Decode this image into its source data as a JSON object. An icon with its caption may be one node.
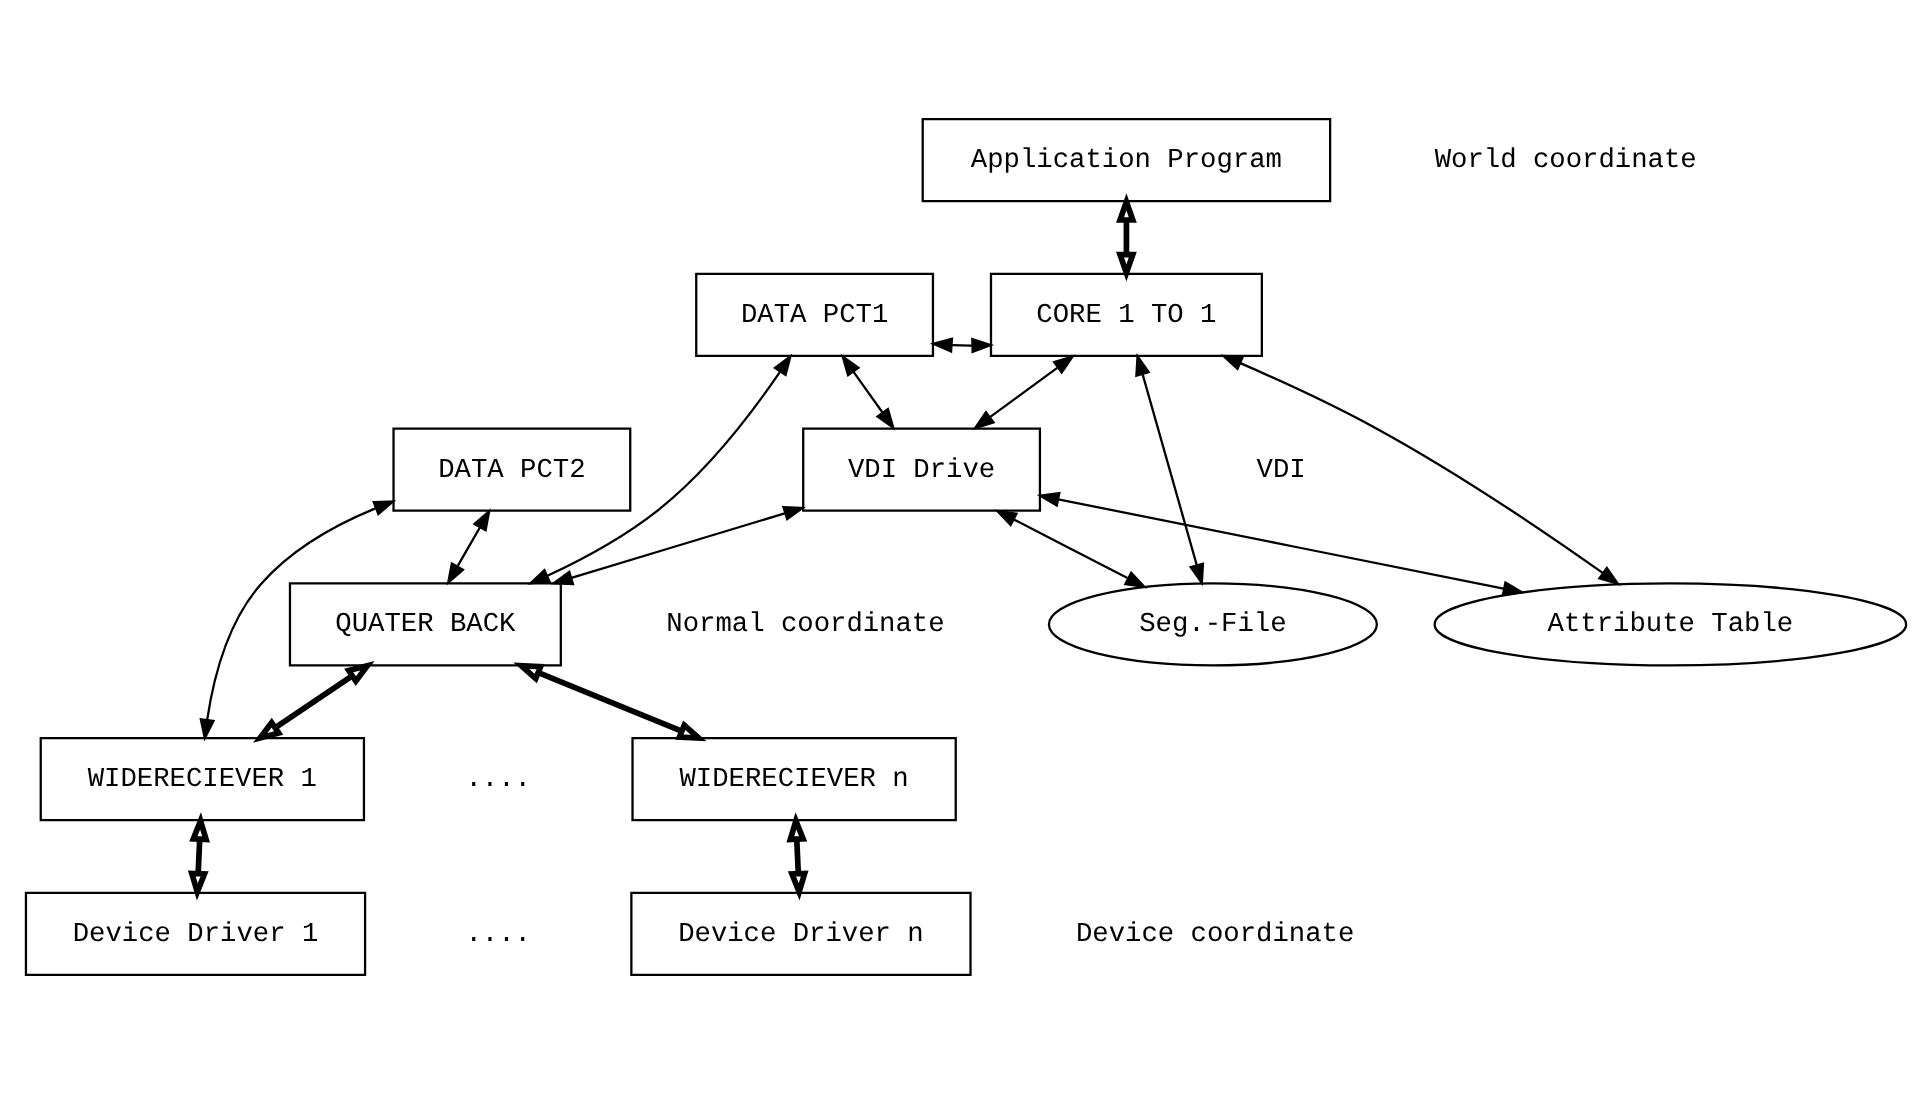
{
  "diagram": {
    "nodes": [
      {
        "text": [
          "Application Program"
        ]
      },
      {
        "text": [
          "CORE 1 TO 1"
        ]
      },
      {
        "text": [
          "DATA PCT1"
        ]
      },
      {
        "text": [
          "Seg.-File"
        ]
      },
      {
        "text": [
          "Attribute Table"
        ]
      },
      {
        "text": [
          "VDI Drive"
        ]
      },
      {
        "text": [
          "DATA PCT2"
        ]
      },
      {
        "text": [
          "QUATER BACK"
        ]
      },
      {
        "text": [
          "WIDERECIEVER 1"
        ]
      },
      {
        "text": [
          "WIDERECIEVER n"
        ]
      },
      {
        "text": [
          "Device Driver 1"
        ]
      },
      {
        "text": [
          "Device Driver n"
        ]
      }
    ],
    "edges": [
      {
        "from": 0,
        "to": 1,
        "arrow": "both",
        "style": "thick"
      },
      {
        "from": 2,
        "to": 1,
        "arrow": "both"
      },
      {
        "from": 1,
        "to": 3,
        "arrow": "both"
      },
      {
        "from": 1,
        "to": 4,
        "arrow": "both"
      },
      {
        "from": 2,
        "to": 5,
        "arrow": "both"
      },
      {
        "from": 1,
        "to": 5,
        "arrow": "both"
      },
      {
        "from": 5,
        "to": 3,
        "arrow": "both"
      },
      {
        "from": 5,
        "to": 4,
        "arrow": "both"
      },
      {
        "from": 2,
        "to": 7,
        "arrow": "both"
      },
      {
        "from": 6,
        "to": 7,
        "arrow": "both"
      },
      {
        "from": 5,
        "to": 7,
        "arrow": "both"
      },
      {
        "from": 6,
        "to": 8,
        "arrow": "both"
      },
      {
        "from": 7,
        "to": 8,
        "arrow": "both",
        "style": "thick"
      },
      {
        "from": 7,
        "to": 9,
        "arrow": "both",
        "style": "thick"
      },
      {
        "from": 8,
        "to": 10,
        "arrow": "both",
        "style": "thick"
      },
      {
        "from": 9,
        "to": 11,
        "arrow": "both",
        "style": "thick"
      }
    ],
    "labels": [
      "World coordinate",
      "VDI",
      "Normal coordinate",
      "....",
      "....",
      "Device coordinate"
    ]
  }
}
